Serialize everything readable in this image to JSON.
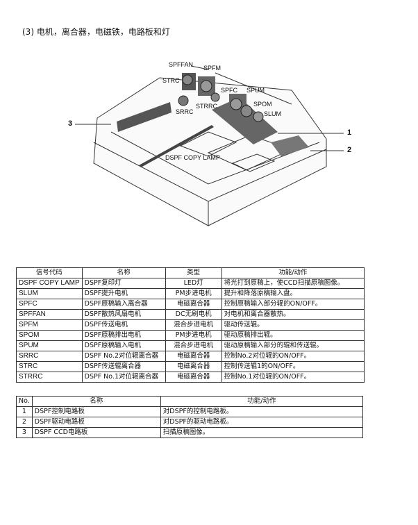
{
  "section_title": "(3) 电机，离合器，电磁铁，电路板和灯",
  "diagram": {
    "labels": [
      "SPFFAN",
      "SPFM",
      "STRC",
      "SPFC",
      "SPUM",
      "STRRC",
      "SPOM",
      "SRRC",
      "SLUM",
      "DSPF COPY LAMP"
    ],
    "callouts": [
      "1",
      "2",
      "3"
    ]
  },
  "parts_table": {
    "headers": [
      "信号代码",
      "名称",
      "类型",
      "功能/动作"
    ],
    "rows": [
      [
        "DSPF COPY LAMP",
        "DSPF复印灯",
        "LED灯",
        "将光打到原稿上，使CCD扫描原稿图像。"
      ],
      [
        "SLUM",
        "DSPF提升电机",
        "PM步进电机",
        "提升和降落原稿输入盘。"
      ],
      [
        "SPFC",
        "DSPF原稿输入离合器",
        "电磁离合器",
        "控制原稿输入部分辊的ON/OFF。"
      ],
      [
        "SPFFAN",
        "DSPF散热风扇电机",
        "DC无刷电机",
        "对电机和离合器散热。"
      ],
      [
        "SPFM",
        "DSPF传送电机",
        "混合步进电机",
        "驱动传送辊。"
      ],
      [
        "SPOM",
        "DSPF原稿排出电机",
        "PM步进电机",
        "驱动原稿排出辊。"
      ],
      [
        "SPUM",
        "DSPF原稿输入电机",
        "混合步进电机",
        "驱动原稿输入部分的辊和传送辊。"
      ],
      [
        "SRRC",
        "DSPF No.2对位辊离合器",
        "电磁离合器",
        "控制No.2对位辊的ON/OFF。"
      ],
      [
        "STRC",
        "DSPF传送辊离合器",
        "电磁离合器",
        "控制传送辊1的ON/OFF。"
      ],
      [
        "STRRC",
        "DSPF No.1对位辊离合器",
        "电磁离合器",
        "控制No.1对位辊的ON/OFF。"
      ]
    ]
  },
  "boards_table": {
    "headers": [
      "No.",
      "名称",
      "功能/动作"
    ],
    "rows": [
      [
        "1",
        "DSPF控制电路板",
        "对DSPF的控制电路板。"
      ],
      [
        "2",
        "DSPF驱动电路板",
        "对DSPF的驱动电路板。"
      ],
      [
        "3",
        "DSPF CCD电路板",
        "扫描原稿图像。"
      ]
    ]
  }
}
